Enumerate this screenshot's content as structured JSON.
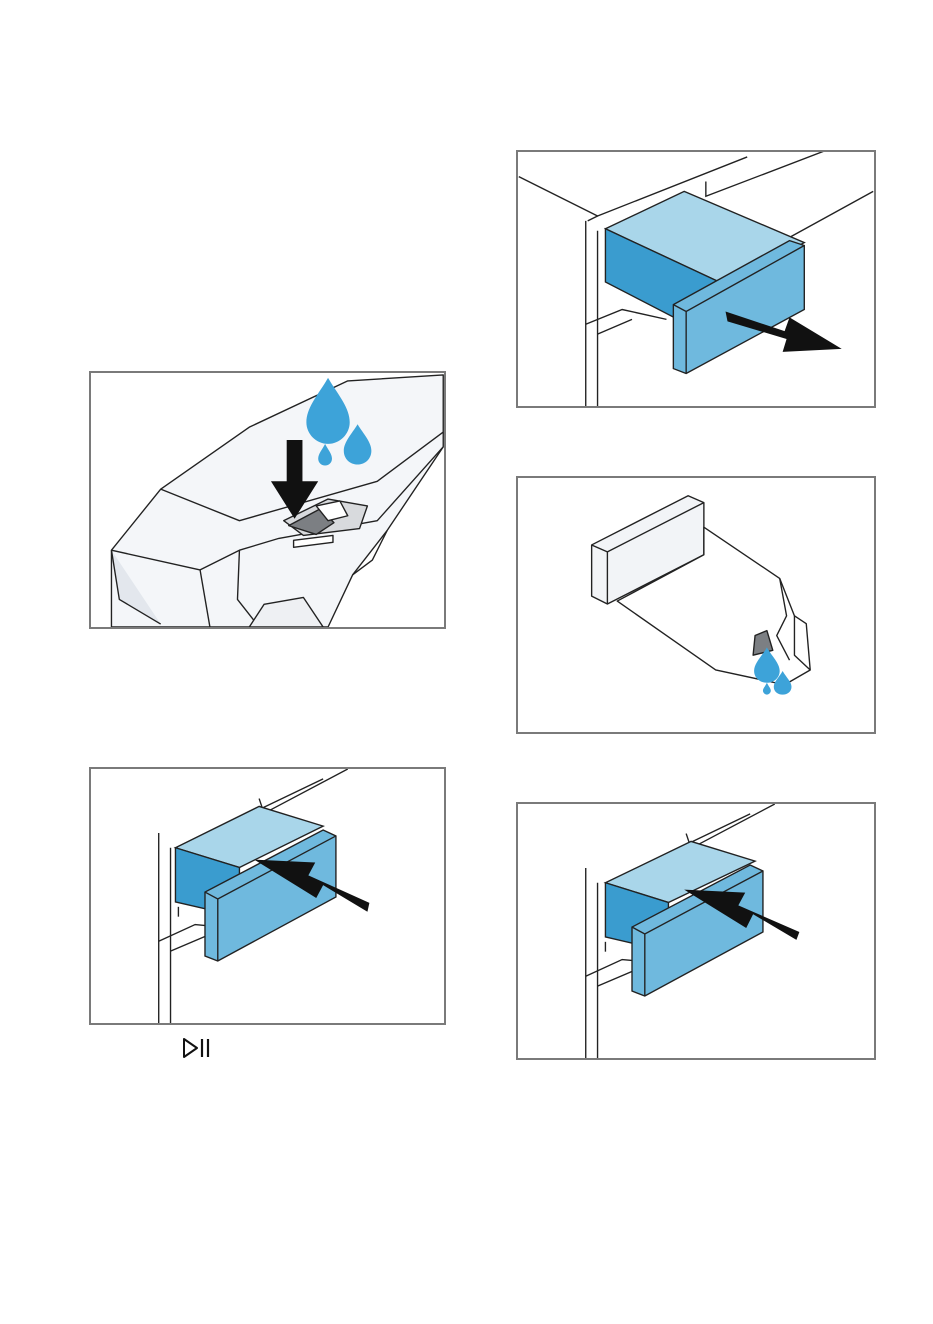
{
  "page": {
    "background": "#ffffff"
  },
  "colors": {
    "frame": "#7a7a7a",
    "drawer_top": "#a9d6ea",
    "drawer_side": "#3a9ccf",
    "drawer_front": "#6fb9de",
    "water_drop": "#3da3d9",
    "arrow": "#111111",
    "appliance": "#f2f4f7",
    "line": "#222222"
  },
  "figures": [
    {
      "id": "pour-detergent",
      "icons": [
        "water-drop-icon",
        "down-arrow-icon"
      ]
    },
    {
      "id": "pull-out-drawer",
      "icons": [
        "pull-arrow-icon"
      ]
    },
    {
      "id": "drain-residual-water",
      "icons": [
        "water-drop-icon"
      ]
    },
    {
      "id": "push-in-drawer",
      "icons": [
        "push-arrow-icon"
      ]
    },
    {
      "id": "push-in-drawer-again",
      "icons": [
        "push-arrow-icon"
      ]
    }
  ],
  "controls": {
    "start_pause_icon": "start-pause-icon"
  }
}
